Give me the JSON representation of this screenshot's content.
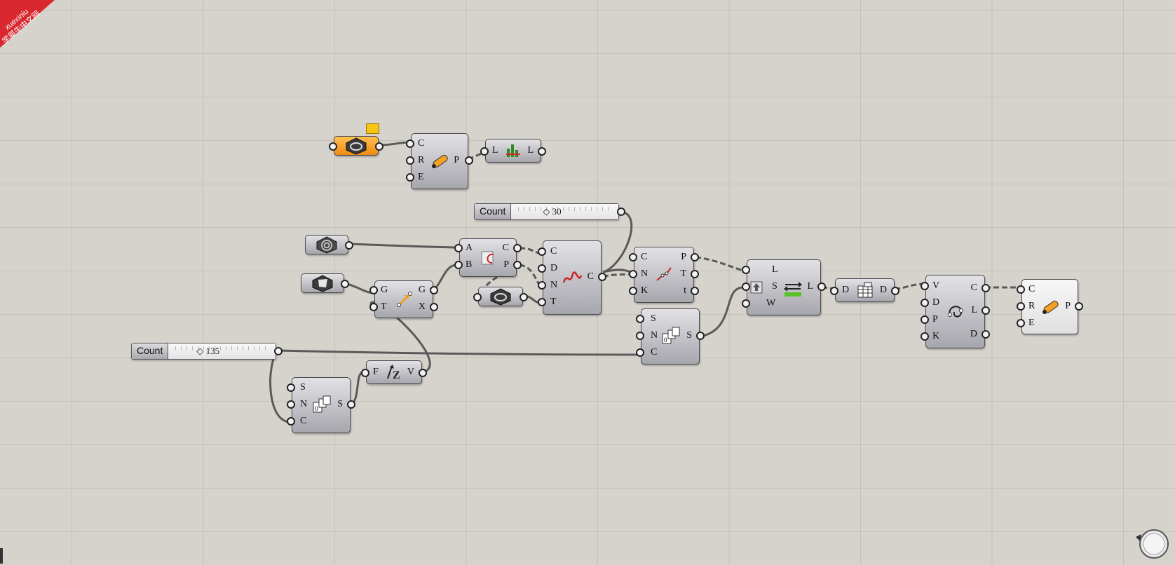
{
  "watermark": {
    "line1": "xuexiniu",
    "line2": "学犀牛中文网",
    "color": "#d9272e"
  },
  "colors": {
    "canvas": "#d6d3cc",
    "grid": "#c4c1ba",
    "wire": "#5a5a5a",
    "component": "#b8b8be",
    "selected": "#f5a623"
  },
  "sliders": [
    {
      "name": "Count",
      "value": "◇ 30"
    },
    {
      "name": "Count",
      "value": "◇ 135"
    }
  ],
  "components": {
    "curve_param_selected": {
      "icon": "curve-param-icon"
    },
    "curve_closest_top": {
      "inputs": [
        "C",
        "R",
        "E"
      ],
      "outputs": [
        "P"
      ],
      "icon": "closest-point-icon"
    },
    "list_length": {
      "inputs": [
        "L"
      ],
      "outputs": [
        "L"
      ],
      "icon": "list-length-icon"
    },
    "curve_param_a": {
      "icon": "curve-param-icon"
    },
    "surface_param": {
      "icon": "surface-param-icon"
    },
    "curve_cp": {
      "inputs": [
        "A",
        "B"
      ],
      "outputs": [
        "C",
        "P"
      ],
      "icon": "curve-cp-icon"
    },
    "geometry_move": {
      "inputs": [
        "G",
        "T"
      ],
      "outputs": [
        "G",
        "X"
      ],
      "icon": "move-icon"
    },
    "curve_param_b": {
      "icon": "curve-param-icon"
    },
    "divide_curve": {
      "inputs": [
        "C",
        "D",
        "N",
        "T"
      ],
      "outputs": [
        "C"
      ],
      "icon": "curve-divide-icon"
    },
    "polyline": {
      "inputs": [
        "C",
        "N",
        "K"
      ],
      "outputs": [
        "P",
        "T",
        "t"
      ],
      "icon": "polyline-icon"
    },
    "series_right": {
      "inputs": [
        "S",
        "N",
        "C"
      ],
      "outputs": [
        "S"
      ],
      "icon": "series-icon"
    },
    "shift_list": {
      "inputs": [
        "L",
        "S",
        "W"
      ],
      "outputs": [
        "L"
      ],
      "icon": "shift-list-icon"
    },
    "flatten": {
      "inputs": [
        "D"
      ],
      "outputs": [
        "D"
      ],
      "icon": "flatten-icon"
    },
    "interp_curve": {
      "inputs": [
        "V",
        "D",
        "P",
        "K"
      ],
      "outputs": [
        "C",
        "L",
        "D"
      ],
      "icon": "interpolate-icon"
    },
    "curve_closest_right": {
      "inputs": [
        "C",
        "R",
        "E"
      ],
      "outputs": [
        "P"
      ],
      "icon": "closest-point-icon"
    },
    "unit_z": {
      "inputs": [
        "F"
      ],
      "outputs": [
        "V"
      ],
      "icon": "unit-z-icon"
    },
    "series_left": {
      "inputs": [
        "S",
        "N",
        "C"
      ],
      "outputs": [
        "S"
      ],
      "icon": "series-icon"
    }
  },
  "navigator": {
    "icon": "zoom-navigator-icon"
  }
}
